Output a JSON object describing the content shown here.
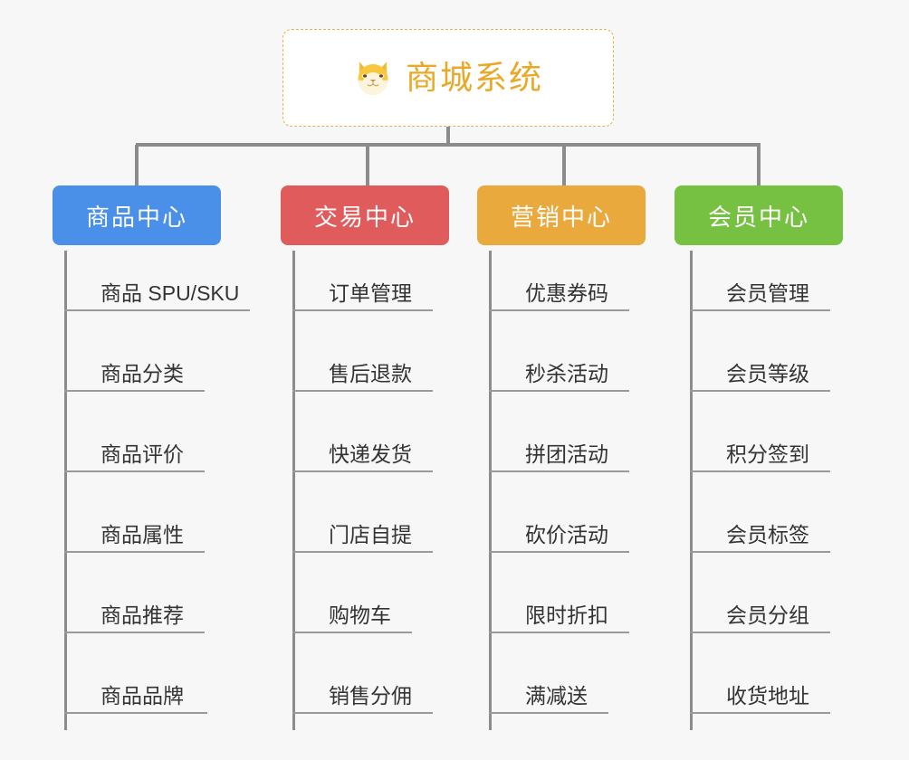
{
  "diagram": {
    "title": "商城系统",
    "root_icon": "dog-face-icon",
    "colors": {
      "background": "#f7f7f7",
      "root_border": "#e8b04b",
      "root_text": "#e9a825",
      "connector": "#8c8c8c",
      "leaf_text": "#333333",
      "leaf_rule": "#9a9a9a"
    },
    "categories": [
      {
        "label": "商品中心",
        "color": "#4a90e8",
        "items": [
          "商品 SPU/SKU",
          "商品分类",
          "商品评价",
          "商品属性",
          "商品推荐",
          "商品品牌"
        ]
      },
      {
        "label": "交易中心",
        "color": "#e05c5c",
        "items": [
          "订单管理",
          "售后退款",
          "快递发货",
          "门店自提",
          "购物车",
          "销售分佣"
        ]
      },
      {
        "label": "营销中心",
        "color": "#eaa93c",
        "items": [
          "优惠券码",
          "秒杀活动",
          "拼团活动",
          "砍价活动",
          "限时折扣",
          "满减送"
        ]
      },
      {
        "label": "会员中心",
        "color": "#76c042",
        "items": [
          "会员管理",
          "会员等级",
          "积分签到",
          "会员标签",
          "会员分组",
          "收货地址"
        ]
      }
    ]
  }
}
